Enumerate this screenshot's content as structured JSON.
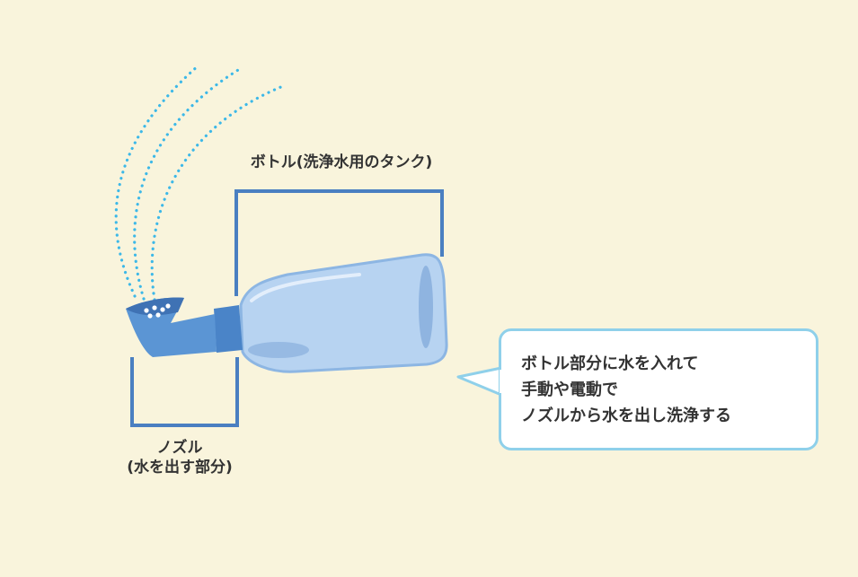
{
  "labels": {
    "bottle": "ボトル(洗浄水用のタンク)",
    "nozzle_line1": "ノズル",
    "nozzle_line2": "(水を出す部分)"
  },
  "callout": {
    "lines": [
      "ボトル部分に水を入れて",
      "手動や電動で",
      "ノズルから水を出し洗浄する"
    ]
  },
  "colors": {
    "background": "#f9f4dc",
    "bracket": "#4a7fc1",
    "bottle_fill": "#b7d3f1",
    "nozzle": "#4a84c8",
    "spray_dots": "#3cb8e8",
    "callout_border": "#8fd0ea",
    "text": "#333333"
  }
}
